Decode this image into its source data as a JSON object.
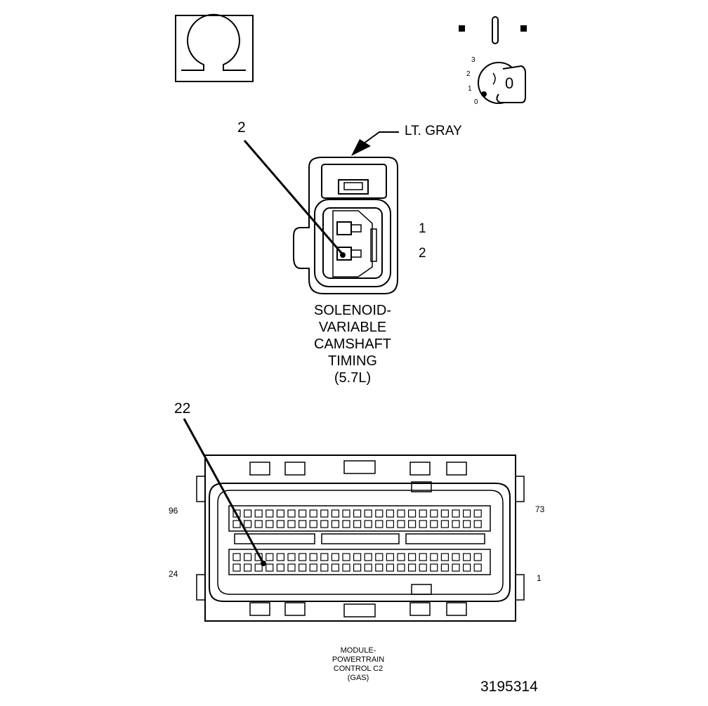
{
  "figure_id": "3195314",
  "ignition_key": {
    "positions": [
      "0",
      "1",
      "2",
      "3"
    ],
    "key_label": "0"
  },
  "solenoid_connector": {
    "callout": "2",
    "wire_color": "LT. GRAY",
    "pin_labels": [
      "1",
      "2"
    ],
    "caption_lines": [
      "SOLENOID-",
      "VARIABLE",
      "CAMSHAFT",
      "TIMING",
      "(5.7L)"
    ]
  },
  "pcm_connector": {
    "callout": "22",
    "corner_pins": {
      "top_left": "96",
      "top_right": "73",
      "bottom_left": "24",
      "bottom_right": "1"
    },
    "caption_lines": [
      "MODULE-",
      "POWERTRAIN",
      "CONTROL C2",
      "(GAS)"
    ]
  }
}
